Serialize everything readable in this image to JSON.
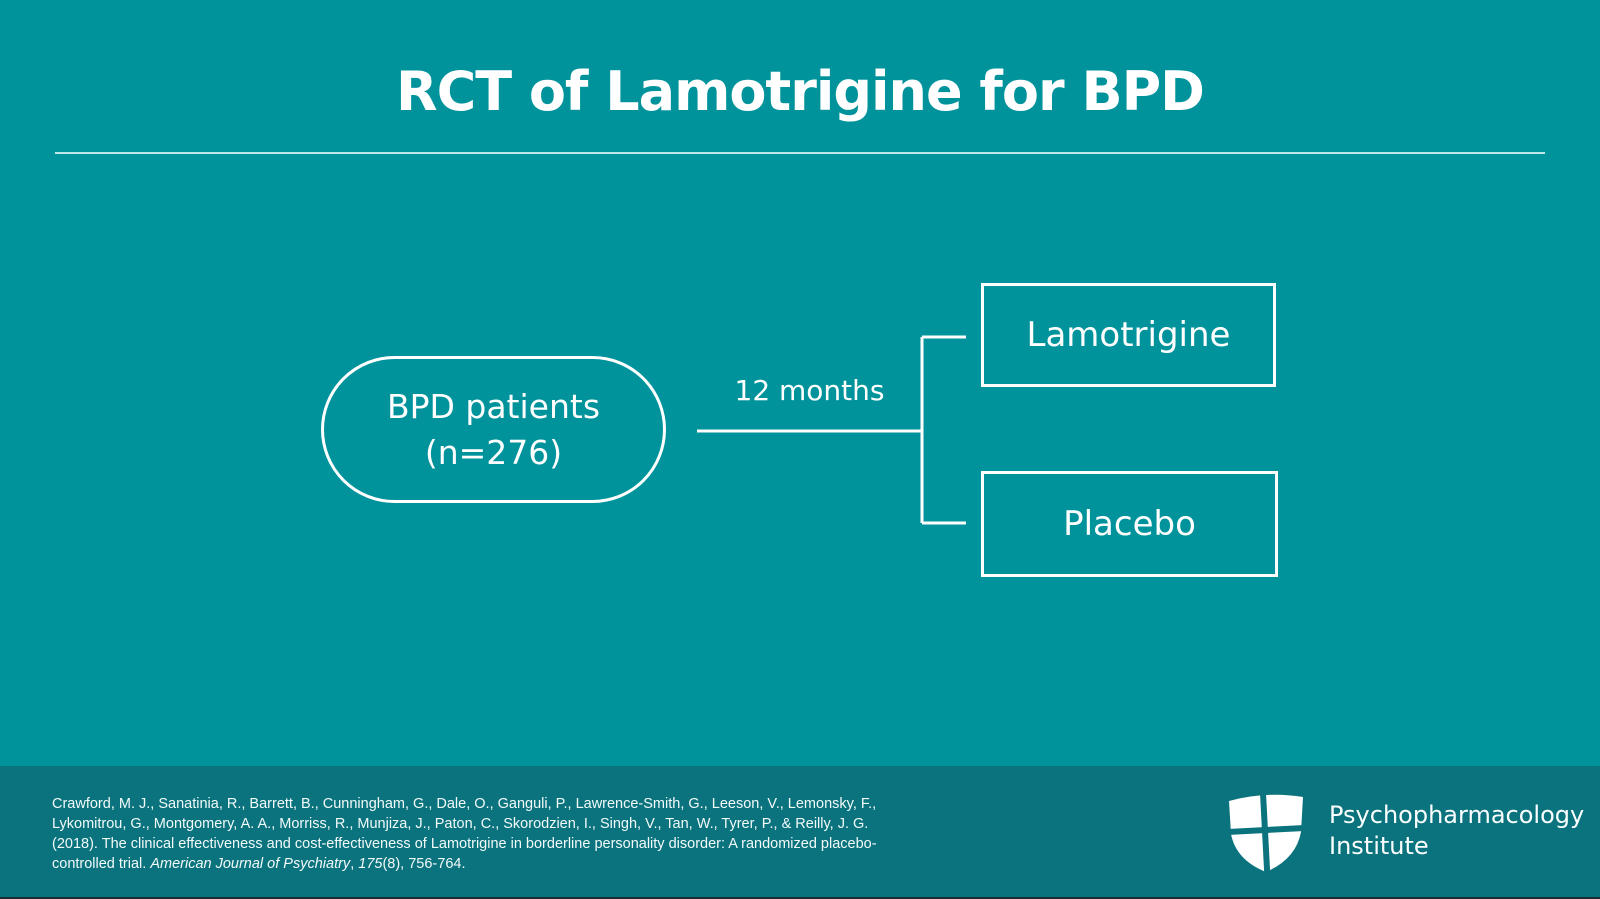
{
  "slide": {
    "title": "RCT of Lamotrigine for BPD",
    "colors": {
      "background": "#00939b",
      "footer_background": "#0b737d",
      "line_white": "#ffffff"
    }
  },
  "diagram": {
    "population": {
      "label_line1": "BPD patients",
      "label_line2": "(n=276)"
    },
    "duration_label": "12 months",
    "arms": [
      {
        "label": "Lamotrigine"
      },
      {
        "label": "Placebo"
      }
    ]
  },
  "footer": {
    "citation": {
      "authors_and_title": "Crawford, M. J., Sanatinia, R., Barrett, B., Cunningham, G., Dale, O., Ganguli, P., Lawrence-Smith, G., Leeson, V., Lemonsky, F., Lykomitrou, G., Montgomery, A. A., Morriss, R., Munjiza, J., Paton, C., Skorodzien, I., Singh, V., Tan, W., Tyrer, P., & Reilly, J. G. (2018). The clinical effectiveness and cost-effectiveness of Lamotrigine in borderline personality disorder: A randomized placebo-controlled trial. ",
      "journal": "American Journal of Psychiatry",
      "separator": ", ",
      "volume": "175",
      "issue_pages": "(8), 756-764."
    },
    "logo": {
      "icon": "shield-cross-icon",
      "org_line1": "Psychopharmacology",
      "org_line2": "Institute"
    }
  }
}
